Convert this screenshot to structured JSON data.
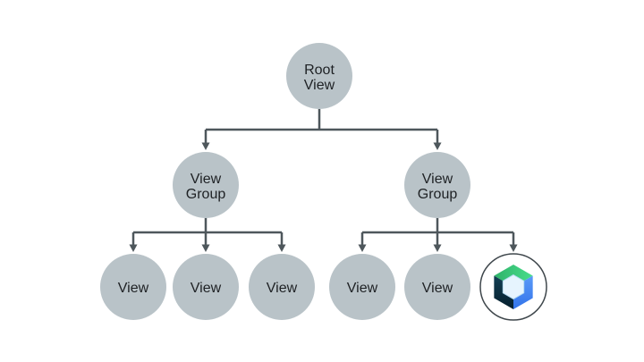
{
  "diagram": {
    "type": "tree",
    "description": "Android view hierarchy tree with Jetpack Compose node",
    "colors": {
      "background": "#ffffff",
      "node_fill": "#b9c3c8",
      "text": "#1e2124",
      "connector": "#4e575c"
    },
    "root_node": {
      "line1": "Root",
      "line2": "View"
    },
    "group_left": {
      "line1": "View",
      "line2": "Group"
    },
    "group_right": {
      "line1": "View",
      "line2": "Group"
    },
    "leaf_left_1": {
      "label": "View"
    },
    "leaf_left_2": {
      "label": "View"
    },
    "leaf_left_3": {
      "label": "View"
    },
    "leaf_right_1": {
      "label": "View"
    },
    "leaf_right_2": {
      "label": "View"
    },
    "compose_node": {
      "icon": "jetpack-compose-logo",
      "colors": {
        "ring": "#3f474c",
        "fill": "#ffffff",
        "green_dark": "#2fb26a",
        "green_light": "#48dd8b",
        "blue_light": "#5b9bf8",
        "blue_dark": "#3273ea",
        "navy_light": "#123f54",
        "navy_dark": "#061f2d",
        "center_fill": "#e6f4fe",
        "center_stroke": "#b4daf2"
      }
    }
  }
}
